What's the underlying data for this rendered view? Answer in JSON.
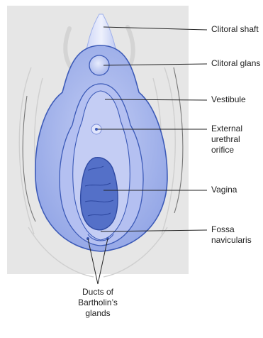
{
  "labels": {
    "clitoral_shaft": "Clitoral shaft",
    "clitoral_glans": "Clitoral glans",
    "vestibule": "Vestibule",
    "external_urethral_orifice": [
      "External",
      "urethral",
      "orifice"
    ],
    "vagina": "Vagina",
    "fossa_navicularis": [
      "Fossa",
      "navicularis"
    ],
    "ducts_of_bartholins_glands": [
      "Ducts of",
      "Bartholin’s",
      "glands"
    ]
  },
  "colors": {
    "background_panel": "#e6e6e6",
    "labia_fill": "#a8b6ec",
    "labia_outline": "#3d5bb8",
    "vestibule_fill": "#bcc6f2",
    "vagina_fill": "#4e6cc4",
    "leader_line": "#222222",
    "text": "#222222"
  }
}
